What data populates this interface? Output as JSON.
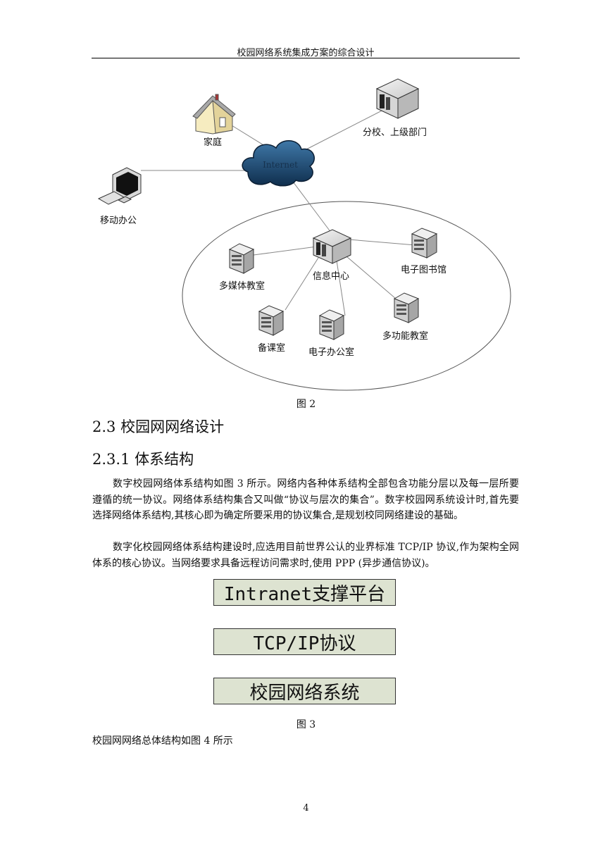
{
  "header": {
    "title": "校园网络系统集成方案的综合设计"
  },
  "figure2": {
    "cloud_label": "Internet",
    "nodes": {
      "home": "家庭",
      "branch": "分校、上级部门",
      "mobile": "移动办公",
      "info_center": "信息中心",
      "multimedia": "多媒体教室",
      "library": "电子图书馆",
      "prep_room": "备课室",
      "office": "电子办公室",
      "multi_function": "多功能教室"
    },
    "caption": "图 2"
  },
  "section": {
    "heading": "2.3 校园网网络设计"
  },
  "subsection": {
    "heading": "2.3.1 体系结构"
  },
  "paragraphs": [
    "数字校园网络体系结构如图 3 所示。网络内各种体系结构全部包含功能分层以及每一层所要遵循的统一协议。网络体系结构集合又叫做“协议与层次的集合”。数字校园网系统设计时,首先要选择网络体系结构,其核心即为确定所要采用的协议集合,是规划校同网络建设的基础。",
    "数字化校园网络体系结构建设时,应选用目前世界公认的业界标准 TCP/IP 协议,作为架构全网体系的核心协议。当网络要求具备远程访问需求时,使用 PPP (异步通信协议)。"
  ],
  "figure3": {
    "layers": [
      "Intranet支撑平台",
      "TCP/IP协议",
      "校园网络系统"
    ],
    "caption": "图 3",
    "box_color": "#dde3d1"
  },
  "closing_text": "校园网网络总体结构如图 4 所示",
  "page_number": "4"
}
